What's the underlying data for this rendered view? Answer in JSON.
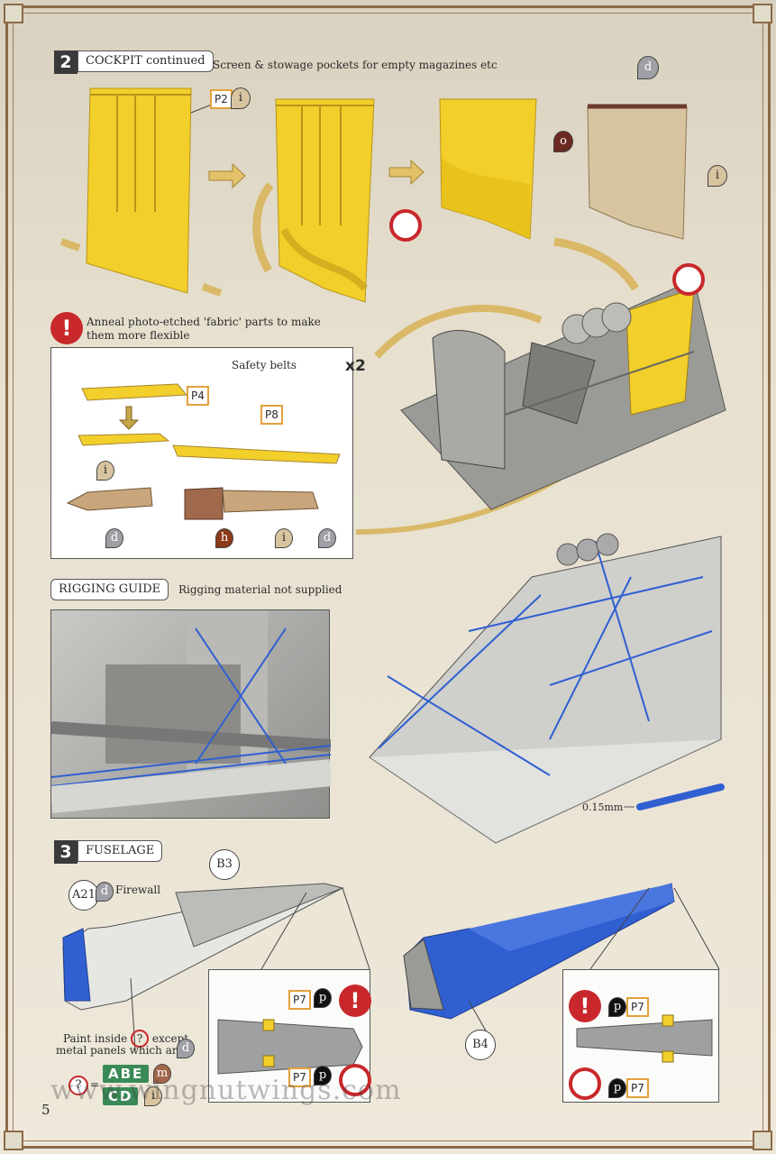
{
  "step2": {
    "number": "2",
    "title": "COCKPIT continued",
    "subtitle": "Screen & stowage pockets for empty magazines etc"
  },
  "warning_note": "Anneal photo-etched 'fabric' parts to make them more flexible",
  "warning_symbol": "!",
  "belts_panel": {
    "title": "Safety belts",
    "multiplier": "x2"
  },
  "parts": {
    "p2": "P2",
    "p4": "P4",
    "p8": "P8",
    "p7": "P7",
    "a21": "A21",
    "b3": "B3",
    "b4": "B4"
  },
  "paint": {
    "i": "i",
    "d": "d",
    "o": "o",
    "h": "h",
    "m": "m",
    "p": "p"
  },
  "rigging": {
    "title": "RIGGING GUIDE",
    "subtitle": "Rigging material not supplied",
    "wire_size": "0.15mm"
  },
  "step3": {
    "number": "3",
    "title": "FUSELAGE",
    "firewall": "Firewall",
    "paint_inside": "Paint inside",
    "except": "except",
    "metal_panels": "metal panels which are",
    "mix_top": "ABE",
    "mix_bottom": "CD",
    "question": "?",
    "equals": "="
  },
  "watermark": "www.wingnutwings.com",
  "page_number": "5",
  "colors": {
    "yellow": "#f2cf2a",
    "blue": "#2f5fd1",
    "red": "#c8282b",
    "orange": "#e3a13a",
    "green": "#3a8a57",
    "frame": "#8a6a48"
  }
}
